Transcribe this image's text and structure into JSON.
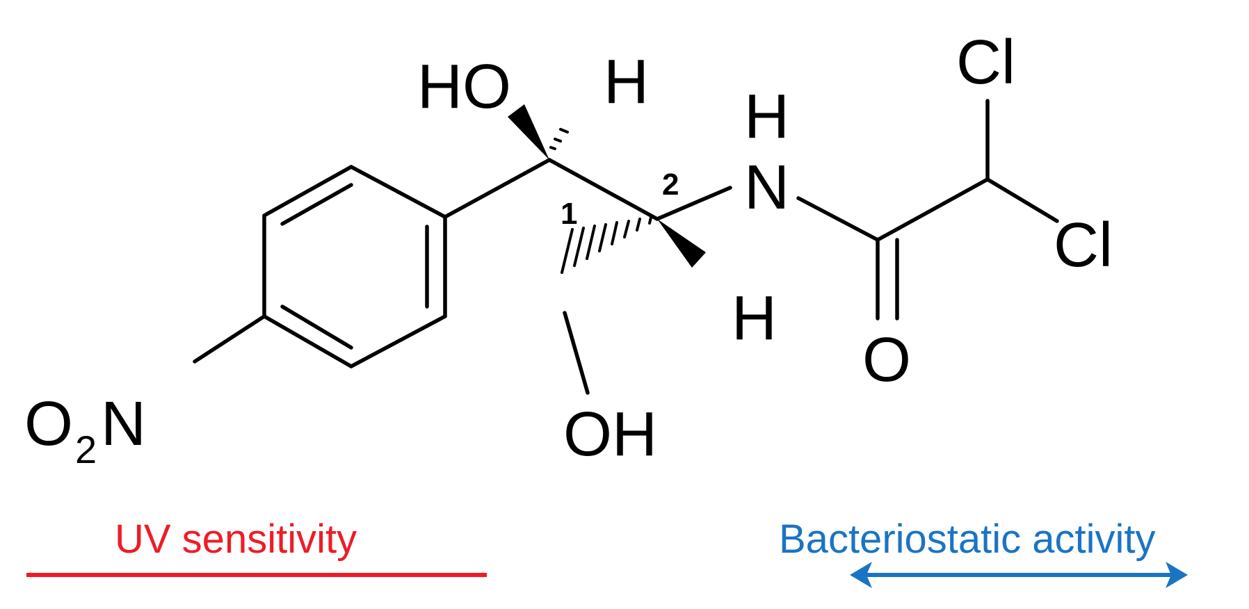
{
  "atoms": {
    "hydroxyl_top": "HO",
    "h_top": "H",
    "amide_h": "H",
    "amide_n": "N",
    "cl_top": "Cl",
    "cl_right": "Cl",
    "h_bottom": "H",
    "carbonyl_o": "O",
    "hydroxyl_bottom": "OH",
    "nitro_o": "O",
    "nitro_sub": "2",
    "nitro_n": "N"
  },
  "locants": {
    "c1": "1",
    "c2": "2"
  },
  "annotations": {
    "left": {
      "label": "UV sensitivity",
      "color": "#ee1c25"
    },
    "right": {
      "label": "Bacteriostatic activity",
      "color": "#1a74c4"
    }
  }
}
